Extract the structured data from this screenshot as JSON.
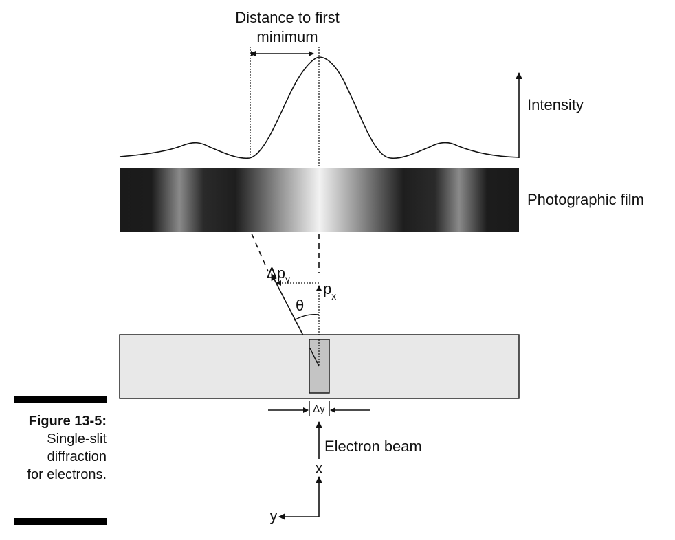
{
  "labels": {
    "distance_line1": "Distance to first",
    "distance_line2": "minimum",
    "intensity": "Intensity",
    "film": "Photographic film",
    "delta_py_symbol": "Δp",
    "delta_py_sub": "y",
    "px_symbol": "p",
    "px_sub": "x",
    "theta": "θ",
    "delta_y": "Δy",
    "electron_beam": "Electron beam",
    "axis_x": "x",
    "axis_y": "y"
  },
  "caption": {
    "title": "Figure 13-5:",
    "lines": [
      "Single-slit",
      "diffraction",
      "for electrons."
    ]
  },
  "colors": {
    "ink": "#111111",
    "film_dark": "#1a1a1a",
    "film_light": "#f2f2f2",
    "slit_plate": "#e8e8e8",
    "slit_opening": "#c4c4c4"
  }
}
